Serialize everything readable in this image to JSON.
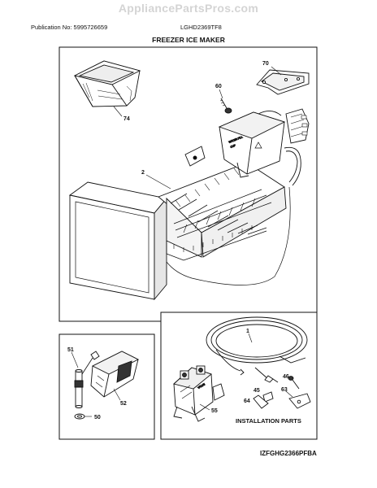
{
  "header": {
    "watermark": "AppliancePartsPros.com",
    "publication": "Publication No: 5995726659",
    "model": "LGHD2369TF8",
    "title": "FREEZER ICE MAKER"
  },
  "diagram": {
    "callouts": [
      "74",
      "60",
      "70",
      "2",
      "1",
      "51",
      "52",
      "50",
      "55",
      "46",
      "63",
      "45",
      "64"
    ],
    "installation_label": "INSTALLATION PARTS",
    "footer_code": "IZFGHG2366PFBA"
  }
}
